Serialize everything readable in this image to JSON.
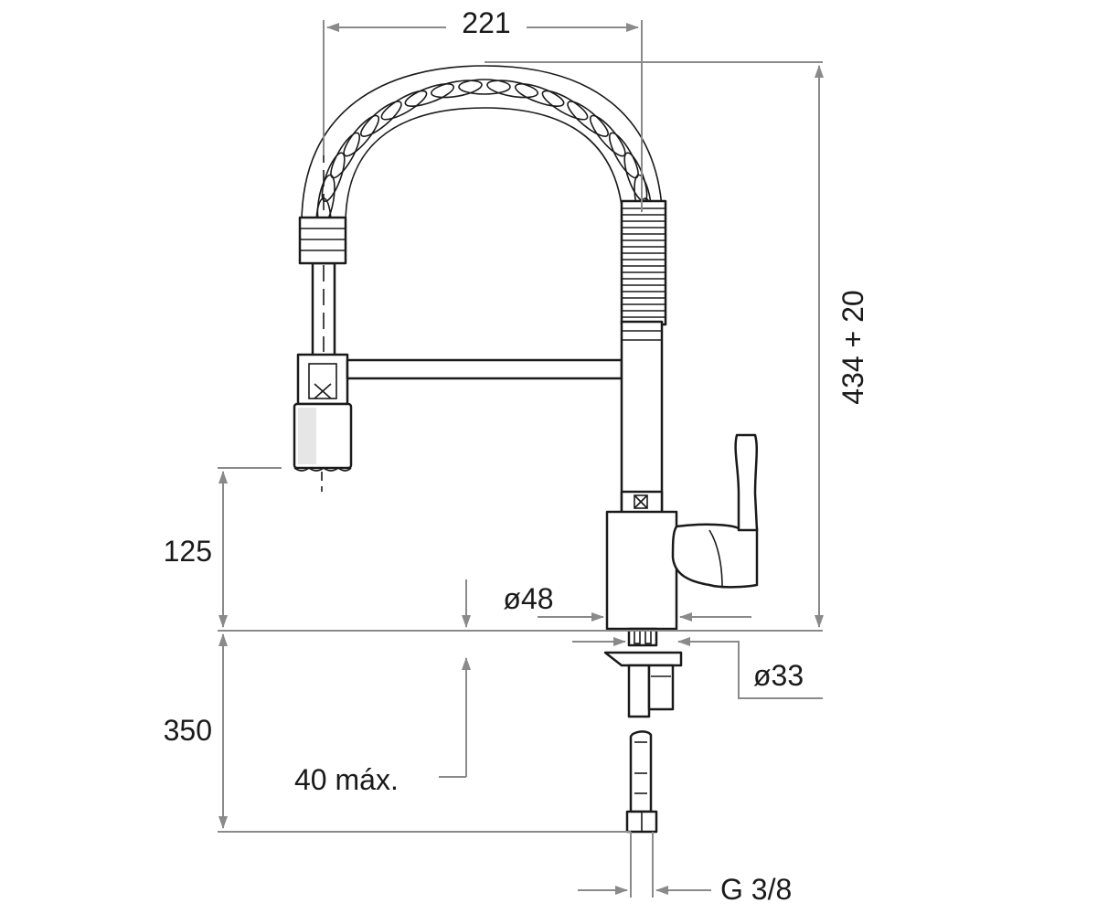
{
  "dimensions": {
    "spout_reach": "221",
    "total_height": "434 + 20",
    "spout_clearance": "125",
    "body_diameter": "ø48",
    "mount_diameter": "ø33",
    "shank_length": "350",
    "counter_thickness": "40 máx.",
    "thread": "G 3/8"
  },
  "colors": {
    "line": "#1a1a1a",
    "dimension": "#8a8a8a",
    "background": "#ffffff"
  }
}
